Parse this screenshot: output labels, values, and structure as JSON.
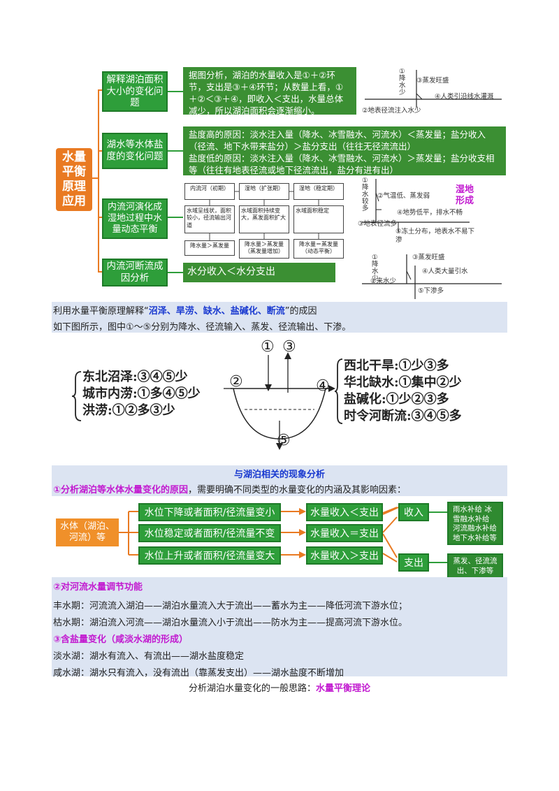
{
  "top": {
    "main_label": "水量平衡原理应用",
    "rows": [
      {
        "label": "解释湖泊面积大小的变化问题",
        "content": "据图分析，湖泊的水量收入是①＋②环节，支出是③＋④环节；从数量上看，①＋②＜③＋④，即收入＜支出，水量总体减少，所以湖泊面积会逐渐缩小。"
      },
      {
        "label": "湖水等水体盐度的变化问题",
        "content_lines": [
          "盐度高的原因：淡水注入量（降水、冰雪融水、河流水）＜蒸发量；盐分收入（径流、地下水带来盐分）＞盐分支出（往往无径流流出）",
          "盐度低的原因：淡水注入量（降水、冰雪融水、河流水）＞蒸发量；盐分收支相等（往往有地表径流或地下径流流出，盐分有进有出）"
        ]
      },
      {
        "label": "内流河演化成湿地过程中水量动态平衡",
        "stages": [
          "内流河（初期）",
          "湿地（扩张期）",
          "湿地（稳定期）"
        ],
        "stage_desc": [
          "水域呈线状，面积较小，径流输出河道",
          "水域面积持续变大，蒸发面积扩大",
          "水域面积稳定"
        ],
        "balance": [
          "降水量＞蒸发量",
          "降水量＞蒸发量（蒸发量增加）",
          "降水量＝蒸发量（动态平衡）"
        ]
      },
      {
        "label": "内流河断流成因分析",
        "content": "水分收入＜水分支出"
      }
    ],
    "diagram1": {
      "label1": "①降水少",
      "label3": "③蒸发旺盛",
      "label4": "④人类引沿线水灌溉",
      "label2": "②地表径流注入水少"
    },
    "diagram2": {
      "label1": "①降水较多",
      "label2": "②气温低、蒸发弱",
      "title": "湿地形成",
      "label4": "④地势低平，排水不畅",
      "label3": "③地表径流多",
      "label5": "⑤冻土分布，地表水不易下渗"
    },
    "diagram3": {
      "label3": "③蒸发旺盛",
      "label1": "①降水少",
      "label4": "④人类大量引水",
      "label2": "②来水少",
      "label5": "⑤下渗多"
    }
  },
  "band1": {
    "line1_pre": "利用水量平衡原理解释“",
    "line1_em": "沼泽、旱涝、缺水、盐碱化、断流",
    "line1_post": "”的成因",
    "line2": "如下图所示，图中①～⑤分别为降水、径流输入、蒸发、径流输出、下渗。"
  },
  "lake": {
    "circle1": "①",
    "circle3": "③",
    "circle2": "②",
    "circle4": "④",
    "circle5": "⑤",
    "left": [
      "东北沼泽:③④⑤少",
      "城市内涝:①多④⑤少",
      "洪涝:①②多③少"
    ],
    "right": [
      "西北干旱:①少③多",
      "华北缺水:①集中②少",
      "盐碱化:①少②③多",
      "时令河断流:③④⑤多"
    ]
  },
  "section": {
    "heading": "与湖泊相关的现象分析",
    "sub1_em": "①分析湖泊等水体水量变化的原因",
    "sub1_rest": "，需要明确不同类型的水量变化的内涵及其影响因素：",
    "water_body": "水体（湖泊、河流）等",
    "conditions": [
      "水位下降或者面积/径流量变小",
      "水位稳定或者面积/径流量不变",
      "水位上升或者面积/径流量变大"
    ],
    "results": [
      "水量收入＜支出",
      "水量收入＝支出",
      "水量收入＞支出"
    ],
    "income": "收入",
    "income_items": "雨水补给 冰雪融水补给 河流融水补给 地下水补给等",
    "expense": "支出",
    "expense_items": "蒸发、径流流出、下渗等",
    "sub2": "②对河流水量调节功能",
    "rich": "丰水期：河流流入湖泊——湖泊水量流入大于流出——蓄水为主——降低河流下游水位；",
    "dry": "枯水期：湖泊流入河流——湖泊水量流入小于流出——防水为主——提高河流下游水位。",
    "sub3": "③含盐量变化（咸淡水湖的形成）",
    "fresh": "淡水湖：湖水有流入、有流出——湖水盐度稳定",
    "salt": "咸水湖：湖水只有流入，没有流出（靠蒸发支出）——湖水盐度不断增加",
    "footer_pre": "分析湖泊水量变化的一般思路：",
    "footer_em": "水量平衡理论"
  },
  "colors": {
    "orange": "#e97a22",
    "green": "#2e9e3a",
    "band": "#dce4f2",
    "blue": "#1a3ad0",
    "magenta": "#c21ad0"
  }
}
